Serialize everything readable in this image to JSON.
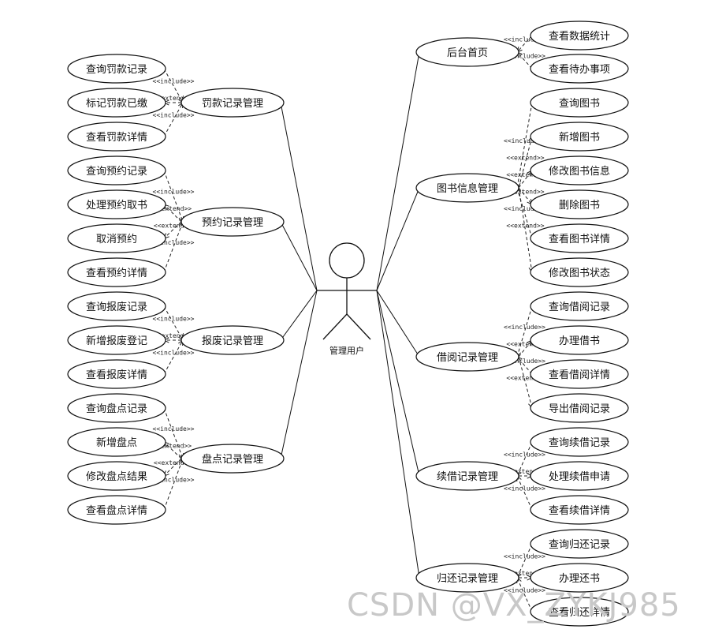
{
  "actor": {
    "label": "管理用户"
  },
  "left_groups": [
    {
      "label": "罚款记录管理",
      "children": [
        {
          "label": "查询罚款记录",
          "rel": "<<include>>"
        },
        {
          "label": "标记罚款已缴",
          "rel": "<<extend>>"
        },
        {
          "label": "查看罚款详情",
          "rel": "<<include>>"
        }
      ]
    },
    {
      "label": "预约记录管理",
      "children": [
        {
          "label": "查询预约记录",
          "rel": "<<include>>"
        },
        {
          "label": "处理预约取书",
          "rel": "<<extend>>"
        },
        {
          "label": "取消预约",
          "rel": "<<extend>>"
        },
        {
          "label": "查看预约详情",
          "rel": "<<include>>"
        }
      ]
    },
    {
      "label": "报废记录管理",
      "children": [
        {
          "label": "查询报废记录",
          "rel": "<<include>>"
        },
        {
          "label": "新增报废登记",
          "rel": "<<extend>>"
        },
        {
          "label": "查看报废详情",
          "rel": "<<include>>"
        }
      ]
    },
    {
      "label": "盘点记录管理",
      "children": [
        {
          "label": "查询盘点记录",
          "rel": "<<include>>"
        },
        {
          "label": "新增盘点",
          "rel": "<<extend>>"
        },
        {
          "label": "修改盘点结果",
          "rel": "<<extend>>"
        },
        {
          "label": "查看盘点详情",
          "rel": "<<include>>"
        }
      ]
    }
  ],
  "right_groups": [
    {
      "label": "后台首页",
      "children": [
        {
          "label": "查看数据统计",
          "rel": "<<include>>"
        },
        {
          "label": "查看待办事项",
          "rel": "<<include>>"
        }
      ]
    },
    {
      "label": "图书信息管理",
      "children": [
        {
          "label": "查询图书",
          "rel": "<<include>>"
        },
        {
          "label": "新增图书",
          "rel": "<<extend>>"
        },
        {
          "label": "修改图书信息",
          "rel": "<<extend>>"
        },
        {
          "label": "删除图书",
          "rel": "<<extend>>"
        },
        {
          "label": "查看图书详情",
          "rel": "<<include>>"
        },
        {
          "label": "修改图书状态",
          "rel": "<<extend>>"
        }
      ]
    },
    {
      "label": "借阅记录管理",
      "children": [
        {
          "label": "查询借阅记录",
          "rel": "<<include>>"
        },
        {
          "label": "办理借书",
          "rel": "<<extend>>"
        },
        {
          "label": "查看借阅详情",
          "rel": "<<include>>"
        },
        {
          "label": "导出借阅记录",
          "rel": "<<extend>>"
        }
      ]
    },
    {
      "label": "续借记录管理",
      "children": [
        {
          "label": "查询续借记录",
          "rel": "<<include>>"
        },
        {
          "label": "处理续借申请",
          "rel": "<<extend>>"
        },
        {
          "label": "查看续借详情",
          "rel": "<<include>>"
        }
      ]
    },
    {
      "label": "归还记录管理",
      "children": [
        {
          "label": "查询归还记录",
          "rel": "<<include>>"
        },
        {
          "label": "办理还书",
          "rel": "<<extend>>"
        },
        {
          "label": "查看归还详情",
          "rel": "<<include>>"
        }
      ]
    }
  ],
  "watermark": "CSDN @VX_ZYKJ985"
}
